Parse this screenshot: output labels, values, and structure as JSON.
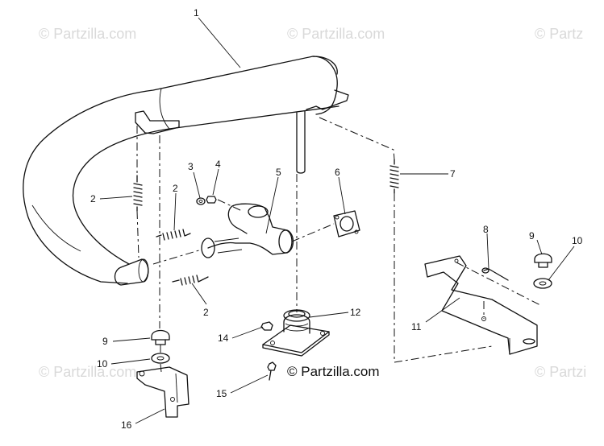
{
  "watermark": {
    "text": "© Partzilla.com",
    "center_text": "© Partzilla.com",
    "edge_text_top": "© Partz",
    "edge_text_bottom": "© Partzi"
  },
  "callouts": [
    {
      "id": "c1",
      "label": "1"
    },
    {
      "id": "c2a",
      "label": "2"
    },
    {
      "id": "c2b",
      "label": "2"
    },
    {
      "id": "c2c",
      "label": "2"
    },
    {
      "id": "c3",
      "label": "3"
    },
    {
      "id": "c4",
      "label": "4"
    },
    {
      "id": "c5",
      "label": "5"
    },
    {
      "id": "c6",
      "label": "6"
    },
    {
      "id": "c7",
      "label": "7"
    },
    {
      "id": "c8",
      "label": "8"
    },
    {
      "id": "c9a",
      "label": "9"
    },
    {
      "id": "c9b",
      "label": "9"
    },
    {
      "id": "c10a",
      "label": "10"
    },
    {
      "id": "c10b",
      "label": "10"
    },
    {
      "id": "c11",
      "label": "11"
    },
    {
      "id": "c12",
      "label": "12"
    },
    {
      "id": "c14",
      "label": "14"
    },
    {
      "id": "c15",
      "label": "15"
    },
    {
      "id": "c16",
      "label": "16"
    }
  ]
}
